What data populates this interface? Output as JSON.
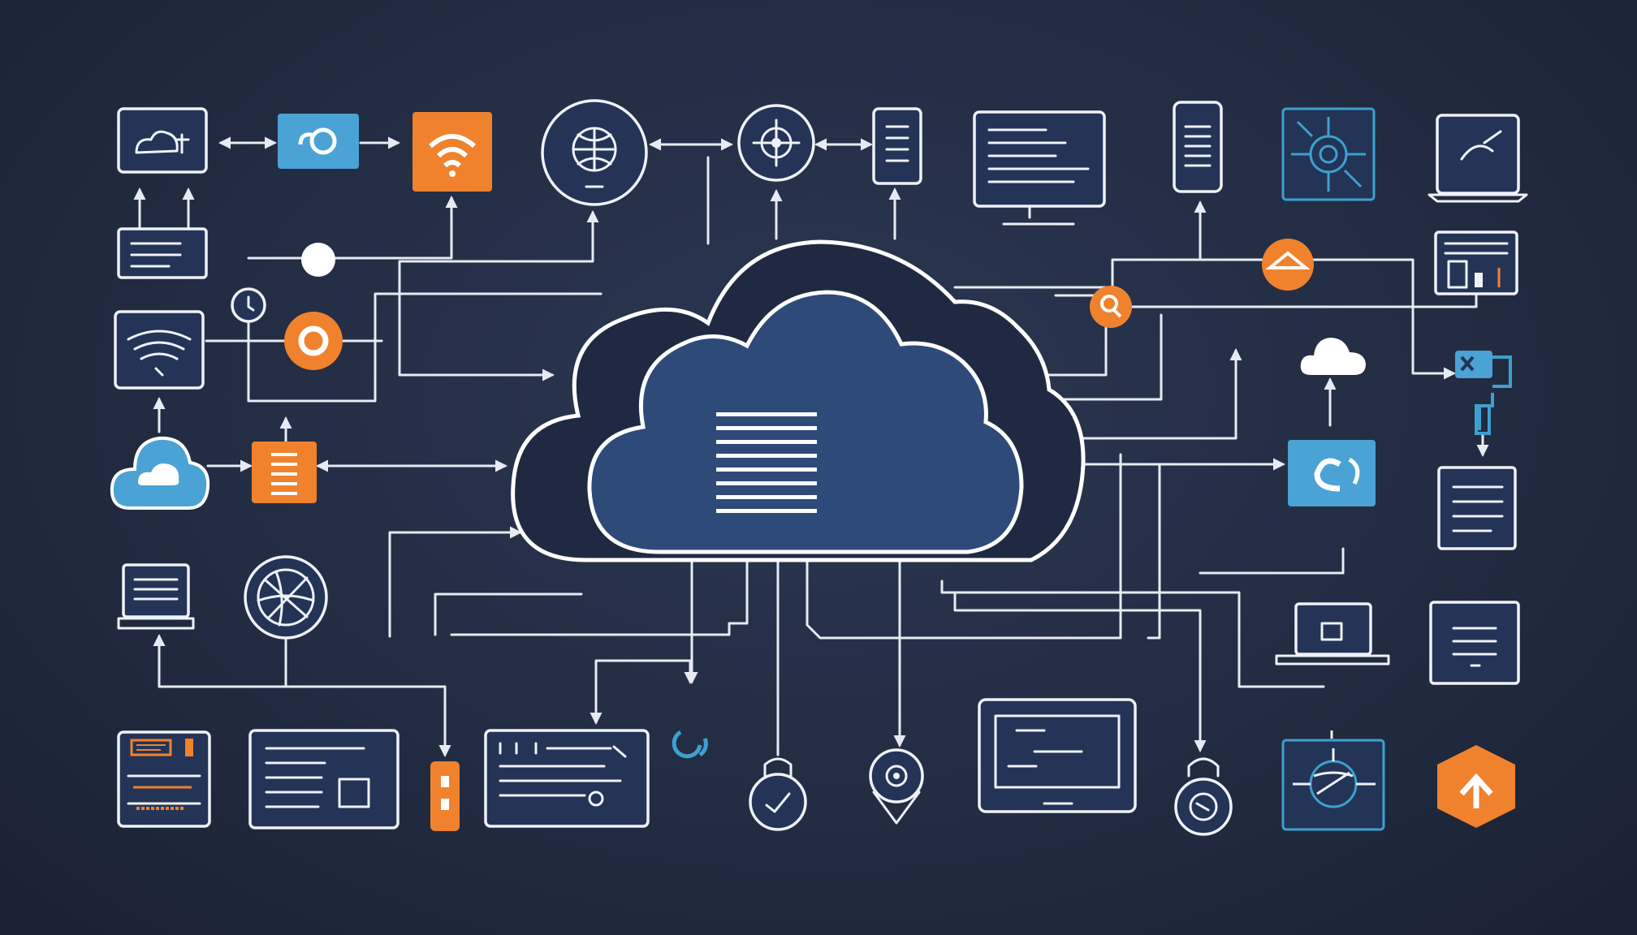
{
  "colors": {
    "background": "#222c42",
    "background_edge": "#1a2132",
    "line": "#e6ebf2",
    "node_fill": "#233457",
    "cloud_dark": "#1f2a42",
    "cloud_front": "#2e4a78",
    "accent_orange": "#f0822e",
    "accent_blue": "#4aa3d4",
    "accent_cyan": "#3ea0cf"
  },
  "nodes": {
    "central_cloud": {
      "icon": "cloud-document-icon",
      "type": "central-cloud"
    },
    "top_row": [
      {
        "icon": "cloud-monitor-icon",
        "style": "outline"
      },
      {
        "icon": "cloud-key-icon",
        "style": "blue-badge"
      },
      {
        "icon": "wifi-icon",
        "style": "orange-badge"
      },
      {
        "icon": "globe-gear-icon",
        "style": "circle-outline"
      },
      {
        "icon": "target-gear-icon",
        "style": "circle-outline"
      },
      {
        "icon": "phone-document-icon",
        "style": "outline"
      },
      {
        "icon": "desktop-monitor-icon",
        "style": "outline"
      },
      {
        "icon": "smartphone-icon",
        "style": "outline"
      },
      {
        "icon": "circuit-target-icon",
        "style": "cyan-outline"
      },
      {
        "icon": "laptop-link-icon",
        "style": "outline"
      }
    ],
    "left_column": [
      {
        "icon": "router-icon",
        "style": "outline"
      },
      {
        "icon": "wifi-signal-monitor-icon",
        "style": "outline"
      },
      {
        "icon": "cloud-icon",
        "style": "blue-cloud"
      },
      {
        "icon": "laptop-icon",
        "style": "outline"
      },
      {
        "icon": "server-list-icon",
        "style": "outline"
      }
    ],
    "right_column": [
      {
        "icon": "server-rack-icon",
        "style": "outline"
      },
      {
        "icon": "usb-plug-icon",
        "style": "blue"
      },
      {
        "icon": "document-icon",
        "style": "outline"
      },
      {
        "icon": "document-list-icon",
        "style": "outline"
      },
      {
        "icon": "hexagon-upload-icon",
        "style": "orange-hexagon"
      }
    ],
    "inner": [
      {
        "icon": "node-dot-icon",
        "style": "white-dot"
      },
      {
        "icon": "clock-icon",
        "style": "circle-outline"
      },
      {
        "icon": "record-button-icon",
        "style": "orange-dot"
      },
      {
        "icon": "document-badge-icon",
        "style": "orange-badge"
      },
      {
        "icon": "network-globe-icon",
        "style": "circle-outline"
      },
      {
        "icon": "cloud-small-icon",
        "style": "white-cloud"
      },
      {
        "icon": "chat-bubble-icon",
        "style": "orange-dot"
      },
      {
        "icon": "search-icon",
        "style": "orange-dot"
      },
      {
        "icon": "cloud-sync-icon",
        "style": "blue-badge"
      },
      {
        "icon": "laptop-small-icon",
        "style": "outline"
      }
    ],
    "bottom_row": [
      {
        "icon": "server-panel-icon",
        "style": "outline"
      },
      {
        "icon": "dashboard-icon",
        "style": "outline"
      },
      {
        "icon": "battery-icon",
        "style": "orange-badge"
      },
      {
        "icon": "code-editor-icon",
        "style": "outline"
      },
      {
        "icon": "refresh-icon",
        "style": "cyan"
      },
      {
        "icon": "padlock-check-icon",
        "style": "outline"
      },
      {
        "icon": "webcam-icon",
        "style": "outline"
      },
      {
        "icon": "tablet-screen-icon",
        "style": "outline"
      },
      {
        "icon": "padlock-gauge-icon",
        "style": "outline"
      },
      {
        "icon": "circuit-globe-icon",
        "style": "cyan-outline"
      }
    ]
  }
}
